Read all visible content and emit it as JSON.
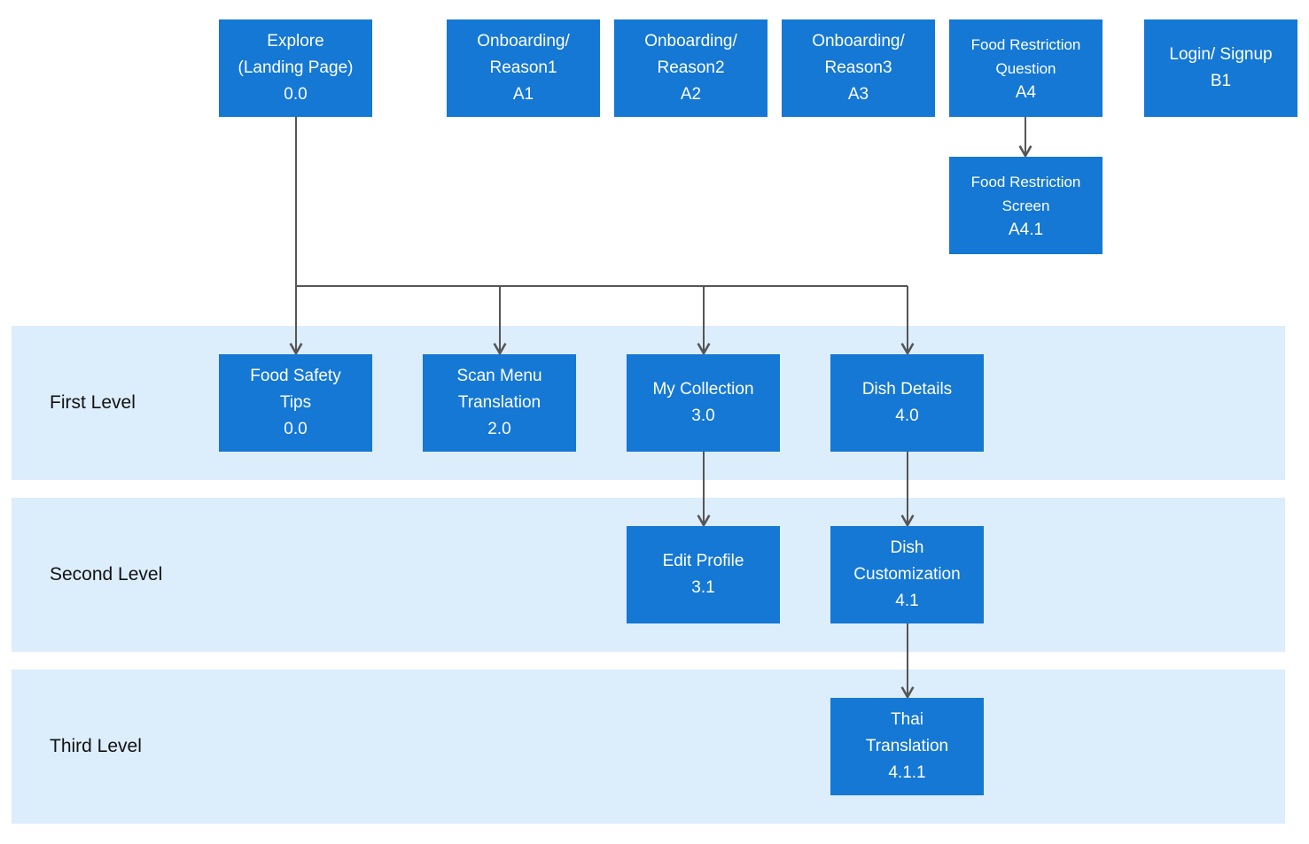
{
  "levels": {
    "first": "First Level",
    "second": "Second Level",
    "third": "Third Level"
  },
  "nodes": {
    "explore": {
      "line1": "Explore",
      "line2": "(Landing Page)",
      "code": "0.0"
    },
    "onboarding1": {
      "line1": "Onboarding/",
      "line2": "Reason1",
      "code": "A1"
    },
    "onboarding2": {
      "line1": "Onboarding/",
      "line2": "Reason2",
      "code": "A2"
    },
    "onboarding3": {
      "line1": "Onboarding/",
      "line2": "Reason3",
      "code": "A3"
    },
    "food_restriction_question": {
      "line1": "Food Restriction",
      "line2": "Question",
      "code": "A4"
    },
    "login_signup": {
      "line1": "Login/ Signup",
      "code": "B1"
    },
    "food_restriction_screen": {
      "line1": "Food Restriction",
      "line2": "Screen",
      "code": "A4.1"
    },
    "food_safety_tips": {
      "line1": "Food Safety",
      "line2": "Tips",
      "code": "0.0"
    },
    "scan_menu_translation": {
      "line1": "Scan Menu",
      "line2": "Translation",
      "code": "2.0"
    },
    "my_collection": {
      "line1": "My Collection",
      "code": "3.0"
    },
    "dish_details": {
      "line1": "Dish Details",
      "code": "4.0"
    },
    "edit_profile": {
      "line1": "Edit Profile",
      "code": "3.1"
    },
    "dish_customization": {
      "line1": "Dish",
      "line2": "Customization",
      "code": "4.1"
    },
    "thai_translation": {
      "line1": "Thai",
      "line2": "Translation",
      "code": "4.1.1"
    }
  },
  "colors": {
    "node_fill": "#1478d4",
    "band_fill": "#dcedfc",
    "connector": "#555555"
  }
}
